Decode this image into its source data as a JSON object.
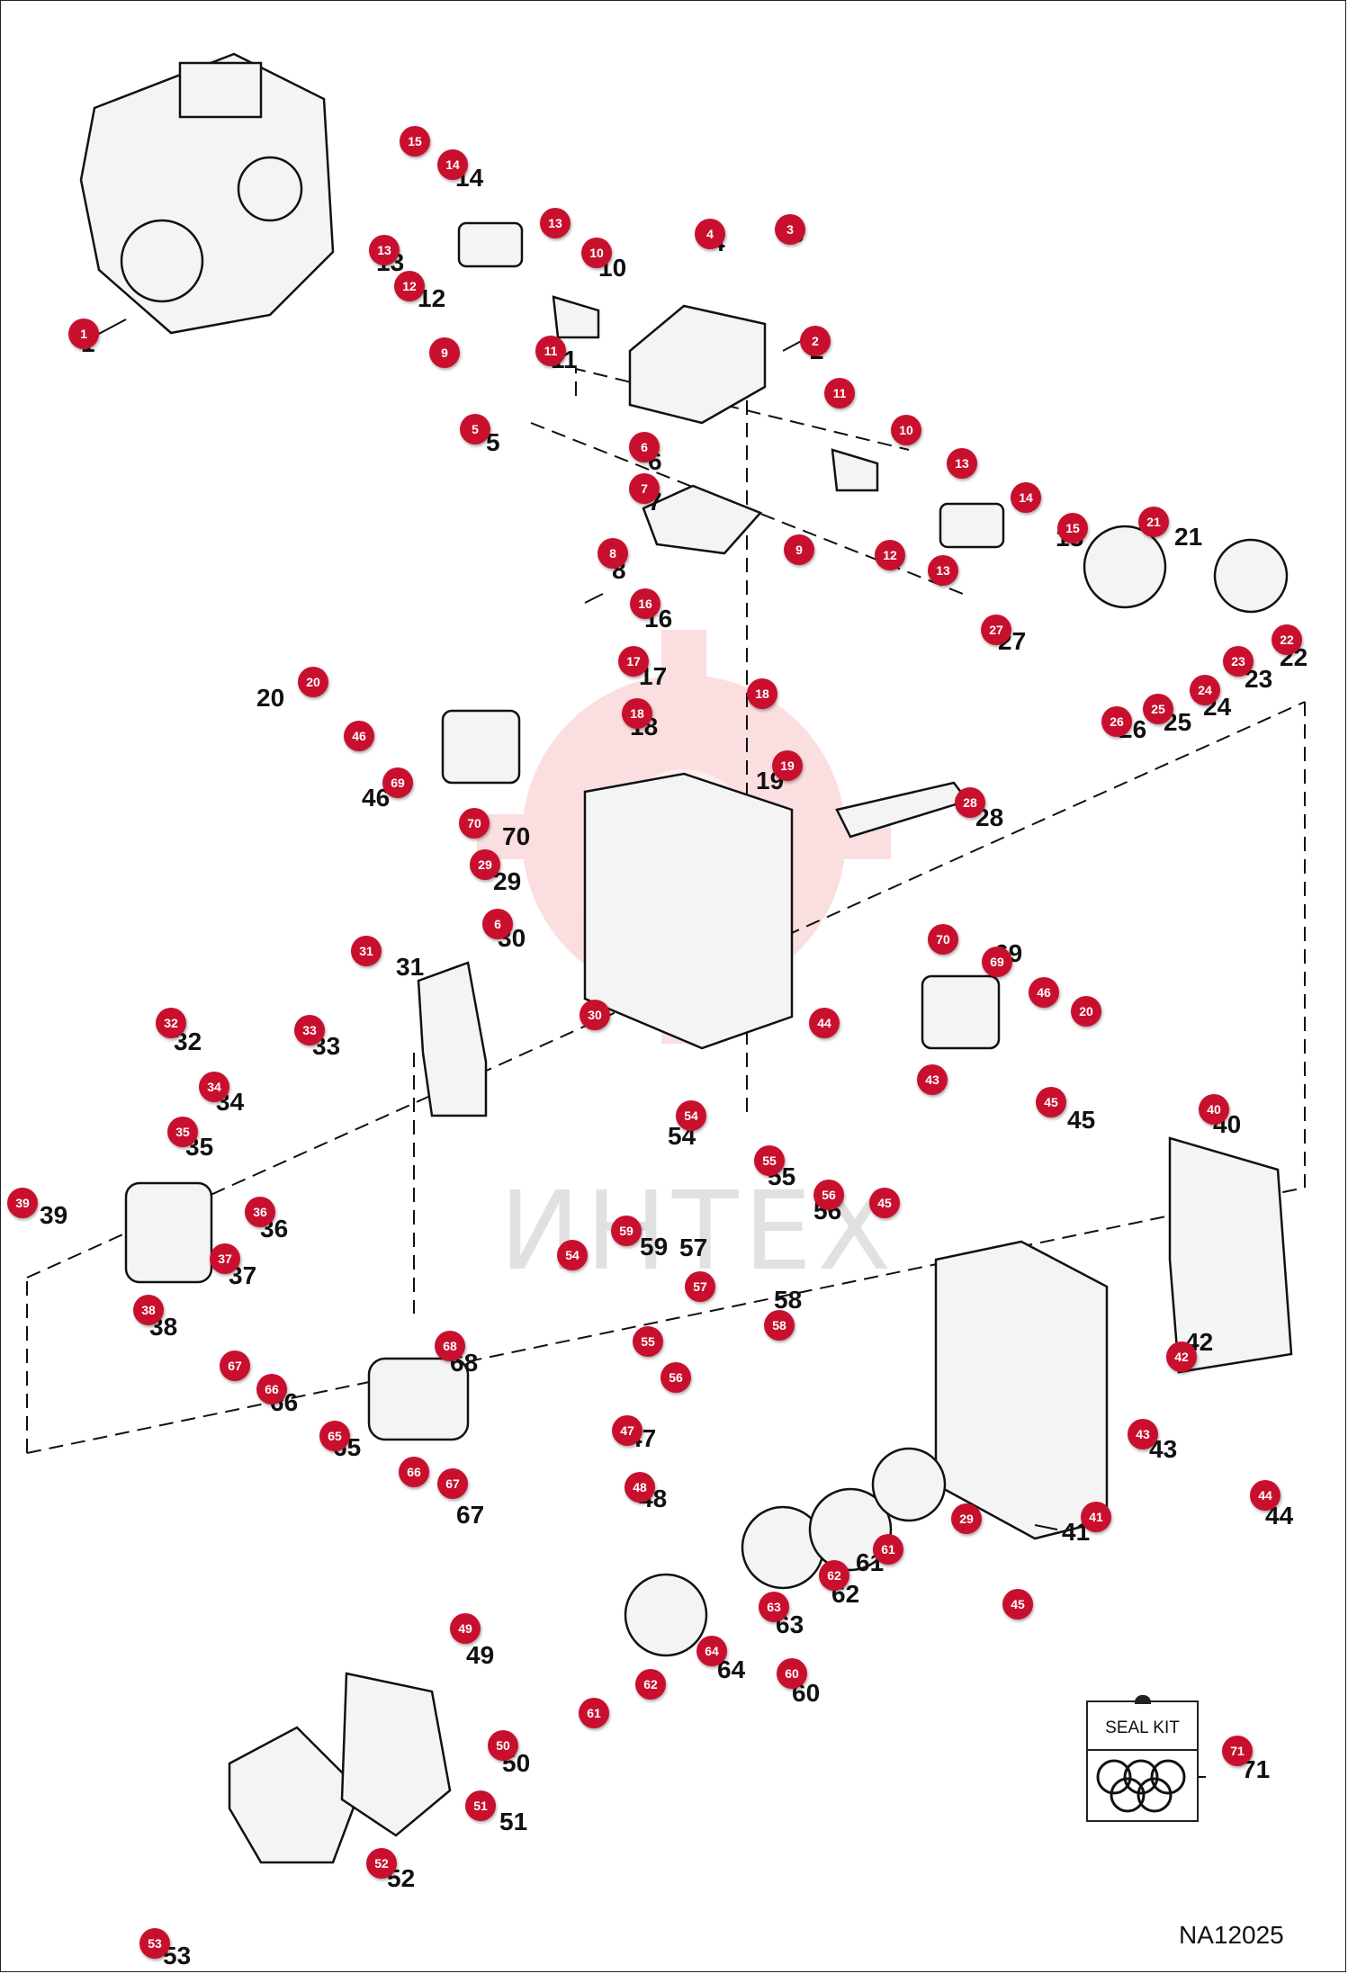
{
  "diagram_code": "NA12025",
  "watermark_text": "ИНТЕХ",
  "seal_kit": {
    "label": "SEAL KIT",
    "number": "71"
  },
  "colors": {
    "callout": "#c8102e",
    "watermark": "#e8393f"
  },
  "parts": [
    {
      "n": "1"
    },
    {
      "n": "2"
    },
    {
      "n": "3"
    },
    {
      "n": "4"
    },
    {
      "n": "5"
    },
    {
      "n": "6"
    },
    {
      "n": "7"
    },
    {
      "n": "8"
    },
    {
      "n": "9"
    },
    {
      "n": "10"
    },
    {
      "n": "11"
    },
    {
      "n": "12"
    },
    {
      "n": "13"
    },
    {
      "n": "14"
    },
    {
      "n": "15"
    },
    {
      "n": "16"
    },
    {
      "n": "17"
    },
    {
      "n": "18"
    },
    {
      "n": "19"
    },
    {
      "n": "20"
    },
    {
      "n": "21"
    },
    {
      "n": "22"
    },
    {
      "n": "23"
    },
    {
      "n": "24"
    },
    {
      "n": "25"
    },
    {
      "n": "26"
    },
    {
      "n": "27"
    },
    {
      "n": "28"
    },
    {
      "n": "29"
    },
    {
      "n": "30"
    },
    {
      "n": "31"
    },
    {
      "n": "32"
    },
    {
      "n": "33"
    },
    {
      "n": "34"
    },
    {
      "n": "35"
    },
    {
      "n": "36"
    },
    {
      "n": "37"
    },
    {
      "n": "38"
    },
    {
      "n": "39"
    },
    {
      "n": "40"
    },
    {
      "n": "41"
    },
    {
      "n": "42"
    },
    {
      "n": "43"
    },
    {
      "n": "44"
    },
    {
      "n": "45"
    },
    {
      "n": "46"
    },
    {
      "n": "47"
    },
    {
      "n": "48"
    },
    {
      "n": "49"
    },
    {
      "n": "50"
    },
    {
      "n": "51"
    },
    {
      "n": "52"
    },
    {
      "n": "53"
    },
    {
      "n": "54"
    },
    {
      "n": "55"
    },
    {
      "n": "56"
    },
    {
      "n": "57"
    },
    {
      "n": "58"
    },
    {
      "n": "59"
    },
    {
      "n": "60"
    },
    {
      "n": "61"
    },
    {
      "n": "62"
    },
    {
      "n": "63"
    },
    {
      "n": "64"
    },
    {
      "n": "65"
    },
    {
      "n": "66"
    },
    {
      "n": "67"
    },
    {
      "n": "68"
    },
    {
      "n": "69"
    },
    {
      "n": "70"
    }
  ],
  "callouts": [
    {
      "n": "1"
    },
    {
      "n": "15"
    },
    {
      "n": "14"
    },
    {
      "n": "13"
    },
    {
      "n": "12"
    },
    {
      "n": "13"
    },
    {
      "n": "10"
    },
    {
      "n": "4"
    },
    {
      "n": "3"
    },
    {
      "n": "2"
    },
    {
      "n": "9"
    },
    {
      "n": "11"
    },
    {
      "n": "5"
    },
    {
      "n": "6"
    },
    {
      "n": "7"
    },
    {
      "n": "8"
    },
    {
      "n": "11"
    },
    {
      "n": "10"
    },
    {
      "n": "13"
    },
    {
      "n": "14"
    },
    {
      "n": "15"
    },
    {
      "n": "9"
    },
    {
      "n": "12"
    },
    {
      "n": "13"
    },
    {
      "n": "21"
    },
    {
      "n": "22"
    },
    {
      "n": "23"
    },
    {
      "n": "24"
    },
    {
      "n": "25"
    },
    {
      "n": "26"
    },
    {
      "n": "27"
    },
    {
      "n": "16"
    },
    {
      "n": "17"
    },
    {
      "n": "18"
    },
    {
      "n": "18"
    },
    {
      "n": "19"
    },
    {
      "n": "20"
    },
    {
      "n": "46"
    },
    {
      "n": "69"
    },
    {
      "n": "70"
    },
    {
      "n": "29"
    },
    {
      "n": "6"
    },
    {
      "n": "28"
    },
    {
      "n": "70"
    },
    {
      "n": "69"
    },
    {
      "n": "46"
    },
    {
      "n": "20"
    },
    {
      "n": "31"
    },
    {
      "n": "30"
    },
    {
      "n": "32"
    },
    {
      "n": "33"
    },
    {
      "n": "34"
    },
    {
      "n": "35"
    },
    {
      "n": "36"
    },
    {
      "n": "37"
    },
    {
      "n": "38"
    },
    {
      "n": "39"
    },
    {
      "n": "44"
    },
    {
      "n": "43"
    },
    {
      "n": "54"
    },
    {
      "n": "55"
    },
    {
      "n": "56"
    },
    {
      "n": "59"
    },
    {
      "n": "54"
    },
    {
      "n": "57"
    },
    {
      "n": "58"
    },
    {
      "n": "55"
    },
    {
      "n": "56"
    },
    {
      "n": "45"
    },
    {
      "n": "45"
    },
    {
      "n": "40"
    },
    {
      "n": "42"
    },
    {
      "n": "43"
    },
    {
      "n": "44"
    },
    {
      "n": "41"
    },
    {
      "n": "29"
    },
    {
      "n": "45"
    },
    {
      "n": "67"
    },
    {
      "n": "66"
    },
    {
      "n": "65"
    },
    {
      "n": "68"
    },
    {
      "n": "66"
    },
    {
      "n": "67"
    },
    {
      "n": "47"
    },
    {
      "n": "48"
    },
    {
      "n": "61"
    },
    {
      "n": "62"
    },
    {
      "n": "63"
    },
    {
      "n": "64"
    },
    {
      "n": "62"
    },
    {
      "n": "61"
    },
    {
      "n": "60"
    },
    {
      "n": "49"
    },
    {
      "n": "50"
    },
    {
      "n": "51"
    },
    {
      "n": "52"
    },
    {
      "n": "53"
    },
    {
      "n": "71"
    }
  ]
}
